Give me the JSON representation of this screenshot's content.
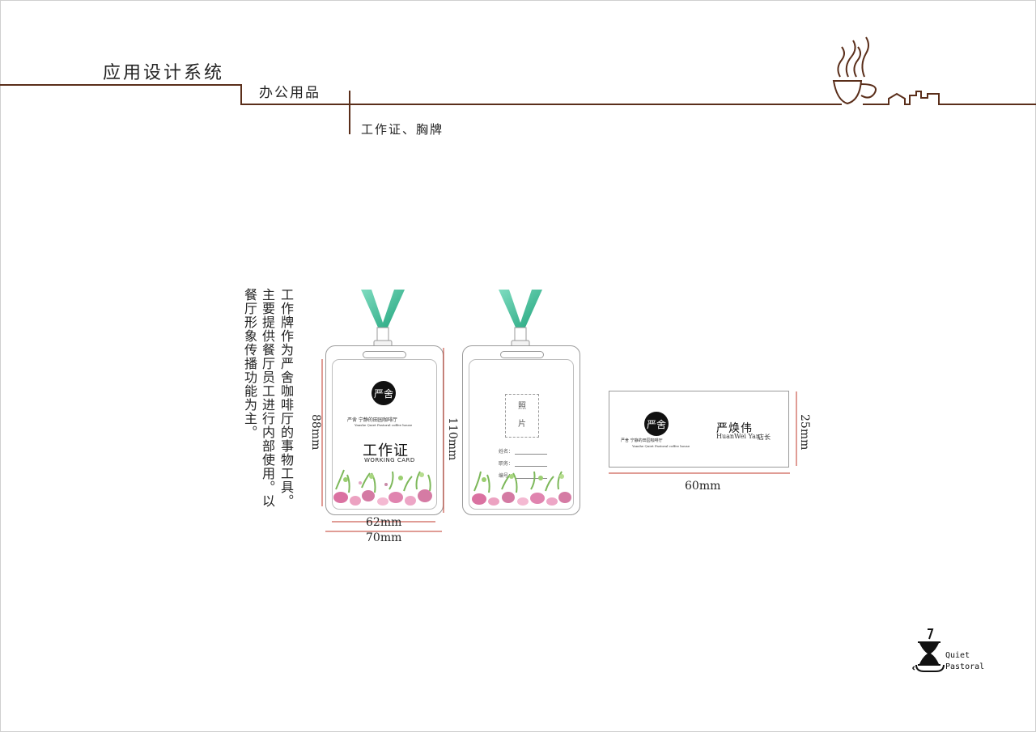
{
  "header": {
    "title": "应用设计系统",
    "subtitle": "办公用品",
    "section": "工作证、胸牌"
  },
  "description": {
    "col1": "工作牌作为严舍咖啡厅的事物工具。",
    "col2": "主要提供餐厅员工进行内部使用。以",
    "col3": "餐厅形象传播功能为主。"
  },
  "badge_front": {
    "logo_text": "严舍",
    "slogan": "严舍 宁静的田园咖啡厅",
    "slogan_en": "Yanshe Quiet Pastoral coffee house",
    "title": "工作证",
    "subtitle_en": "WORKING CARD"
  },
  "badge_back": {
    "photo_line1": "照",
    "photo_line2": "片",
    "field_name": "姓名：",
    "field_position": "职务：",
    "field_number": "编号："
  },
  "dimensions": {
    "badge_inner_width": "62mm",
    "badge_outer_width": "70mm",
    "badge_inner_height": "88mm",
    "badge_outer_height": "110mm",
    "nameplate_width": "60mm",
    "nameplate_height": "25mm"
  },
  "nameplate": {
    "logo_text": "严舍",
    "slogan": "严舍 宁静的田园咖啡厅",
    "slogan_en": "Yanshe Quiet Pastoral coffee house",
    "name_cn": "严焕伟",
    "name_en": "HuanWei Yan",
    "role": "店长"
  },
  "footer_logo": {
    "line1": "Quiet",
    "line2": "Pastoral"
  },
  "colors": {
    "brown_line": "#5a2e1a",
    "lanyard_green": "#3cbf9a",
    "dim_red": "#c0392b"
  }
}
